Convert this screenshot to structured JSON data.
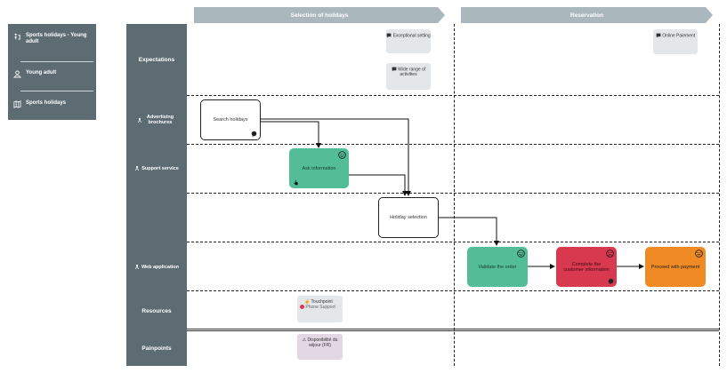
{
  "info": {
    "journey": "Sports holidays - Young adult",
    "persona": "Young adult",
    "product": "Sports holidays"
  },
  "stages": [
    "Selection of holidays",
    "Reservation"
  ],
  "lanes": {
    "expectations": "Expectations",
    "advertising": "Advertising brochures",
    "support": "Support service",
    "web": "Web application",
    "resources": "Resources",
    "painpoints": "Painpoints"
  },
  "notes": {
    "exceptional_setting": "Exceptional setting",
    "wide_range": "Wide range of activities",
    "online_payment": "Online Paiement",
    "touchpoint": "Touchpoint",
    "phone_support": "Phone Support",
    "disponibilite": "Disponibilité du séjour (FR)"
  },
  "steps": {
    "search": "Search holidays",
    "ask": "Ask information",
    "selection": "Holiday selection",
    "validate": "Validate the order",
    "complete": "Complete the customer information",
    "payment": "Proceed with payment"
  },
  "colors": {
    "lane_bg": "#5d6b73",
    "stage_bg": "#aab7bd",
    "positive": "#52bd96",
    "negative": "#d9394e",
    "neutral": "#ef8a24"
  }
}
